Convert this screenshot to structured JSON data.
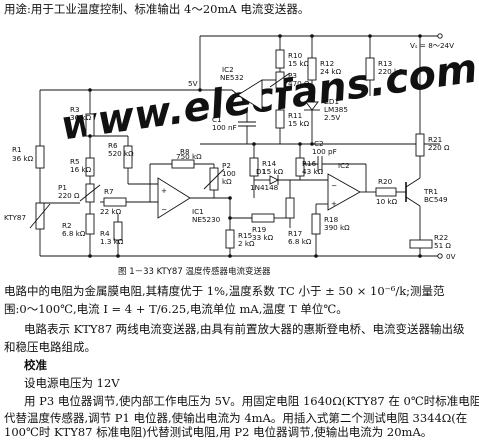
{
  "header": {
    "usage": "用途:用于工业温度控制、标准输出 4～20mA 电流变送器。"
  },
  "circuit": {
    "supply": "Vₛ = 8～24V",
    "ground": "0V",
    "vref": "5V",
    "watermark": "www.elecfans.com",
    "caption": "图 1－33   KTY87 温度传感器电流变送器",
    "components": {
      "R1": [
        "R1",
        "36 kΩ"
      ],
      "R3": [
        "R3",
        "36 kΩ"
      ],
      "R5": [
        "R5",
        "16 kΩ"
      ],
      "R6": [
        "R6",
        "520 kΩ"
      ],
      "R7": [
        "R7",
        "22 kΩ"
      ],
      "R8": [
        "R8",
        "750 kΩ"
      ],
      "R2": [
        "R2",
        "6.8 kΩ"
      ],
      "R4": [
        "R4",
        "1.3 kΩ"
      ],
      "P1": [
        "P1",
        "220 Ω"
      ],
      "P2": [
        "P2",
        "100",
        "kΩ"
      ],
      "IC1": [
        "IC1",
        "NE5230"
      ],
      "IC2a": [
        "IC2",
        "NE532"
      ],
      "IC2b": "IC2",
      "R10": [
        "R10",
        "15 kΩ"
      ],
      "R11": [
        "R11",
        "15 kΩ"
      ],
      "R12": [
        "R12",
        "24 kΩ"
      ],
      "R13": [
        "R13",
        "220 kΩ"
      ],
      "P3": [
        "P3",
        "470 Ω"
      ],
      "C1": [
        "C1",
        "100 nF"
      ],
      "ZD1": [
        "ZD1",
        "LM385",
        "2.5V"
      ],
      "C2": [
        "C2",
        "100 pF"
      ],
      "R14": [
        "R14",
        "15 kΩ"
      ],
      "R16": [
        "R16",
        "43 kΩ"
      ],
      "D1": [
        "D1",
        "1N4148"
      ],
      "R17": [
        "R17",
        "6.8 kΩ"
      ],
      "R18": [
        "R18",
        "390 kΩ"
      ],
      "R19": [
        "R19",
        "33 kΩ"
      ],
      "R15": [
        "R15",
        "2 kΩ"
      ],
      "R20": [
        "R20",
        "10 kΩ"
      ],
      "R21": [
        "R21",
        "220 Ω"
      ],
      "R22": [
        "R22",
        "51 Ω"
      ],
      "TR1": [
        "TR1",
        "BC549"
      ],
      "KTY87": "KTY87"
    }
  },
  "body": {
    "p1_line1": "电路中的电阻为金属膜电阻,其精度优于 1%,温度系数 TC 小于 ± 50 × 10⁻⁶/k;测量范",
    "p1_line2": "围:0～100℃,电流 I = 4 + T/6.25,电流单位 mA,温度 T 单位℃。",
    "p2_line1": "电路表示 KTY87 两线电流变送器,由具有前置放大器的惠斯登电桥、电流变送器输出级",
    "p2_line2": "和稳压电路组成。",
    "section_title": "校准",
    "cal_1": "设电源电压为 12V",
    "cal_2": "用 P3 电位器调节,使内部工作电压为 5V。用固定电阻 1640Ω(KTY87 在 0℃时标准电阻)",
    "cal_3": "代替温度传感器,调节 P1 电位器,使输出电流为 4mA。用插入式第二个测试电阻 3344Ω(在",
    "cal_4": "100℃时 KTY87 标准电阻)代替测试电阻,用 P2 电位器调节,使输出电流为 20mA。"
  }
}
